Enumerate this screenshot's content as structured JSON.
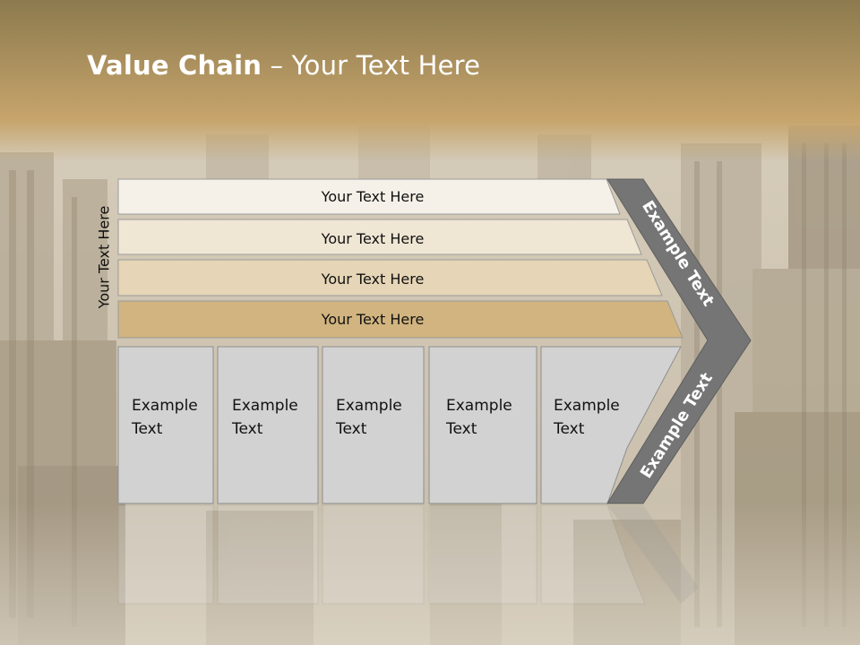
{
  "slide": {
    "title_bold": "Value Chain",
    "title_rest": " – Your Text Here",
    "side_label": "Your Text Here"
  },
  "bars": [
    {
      "label": "Your Text Here",
      "color": "#f6f1e8"
    },
    {
      "label": "Your Text Here",
      "color": "#f0e6d4"
    },
    {
      "label": "Your Text Here",
      "color": "#e6d5b6"
    },
    {
      "label": "Your Text Here",
      "color": "#d1b47f"
    }
  ],
  "boxes": [
    {
      "line1": "Example",
      "line2": "Text"
    },
    {
      "line1": "Example",
      "line2": "Text"
    },
    {
      "line1": "Example",
      "line2": "Text"
    },
    {
      "line1": "Example",
      "line2": "Text"
    },
    {
      "line1": "Example",
      "line2": "Text"
    }
  ],
  "chevron": {
    "upper_label": "Example Text",
    "lower_label": "Example Text",
    "color": "#757575"
  },
  "colors": {
    "header_top": "#8c7a4e",
    "header_bottom": "#c8a46a",
    "box_fill": "#d2d2d2"
  }
}
